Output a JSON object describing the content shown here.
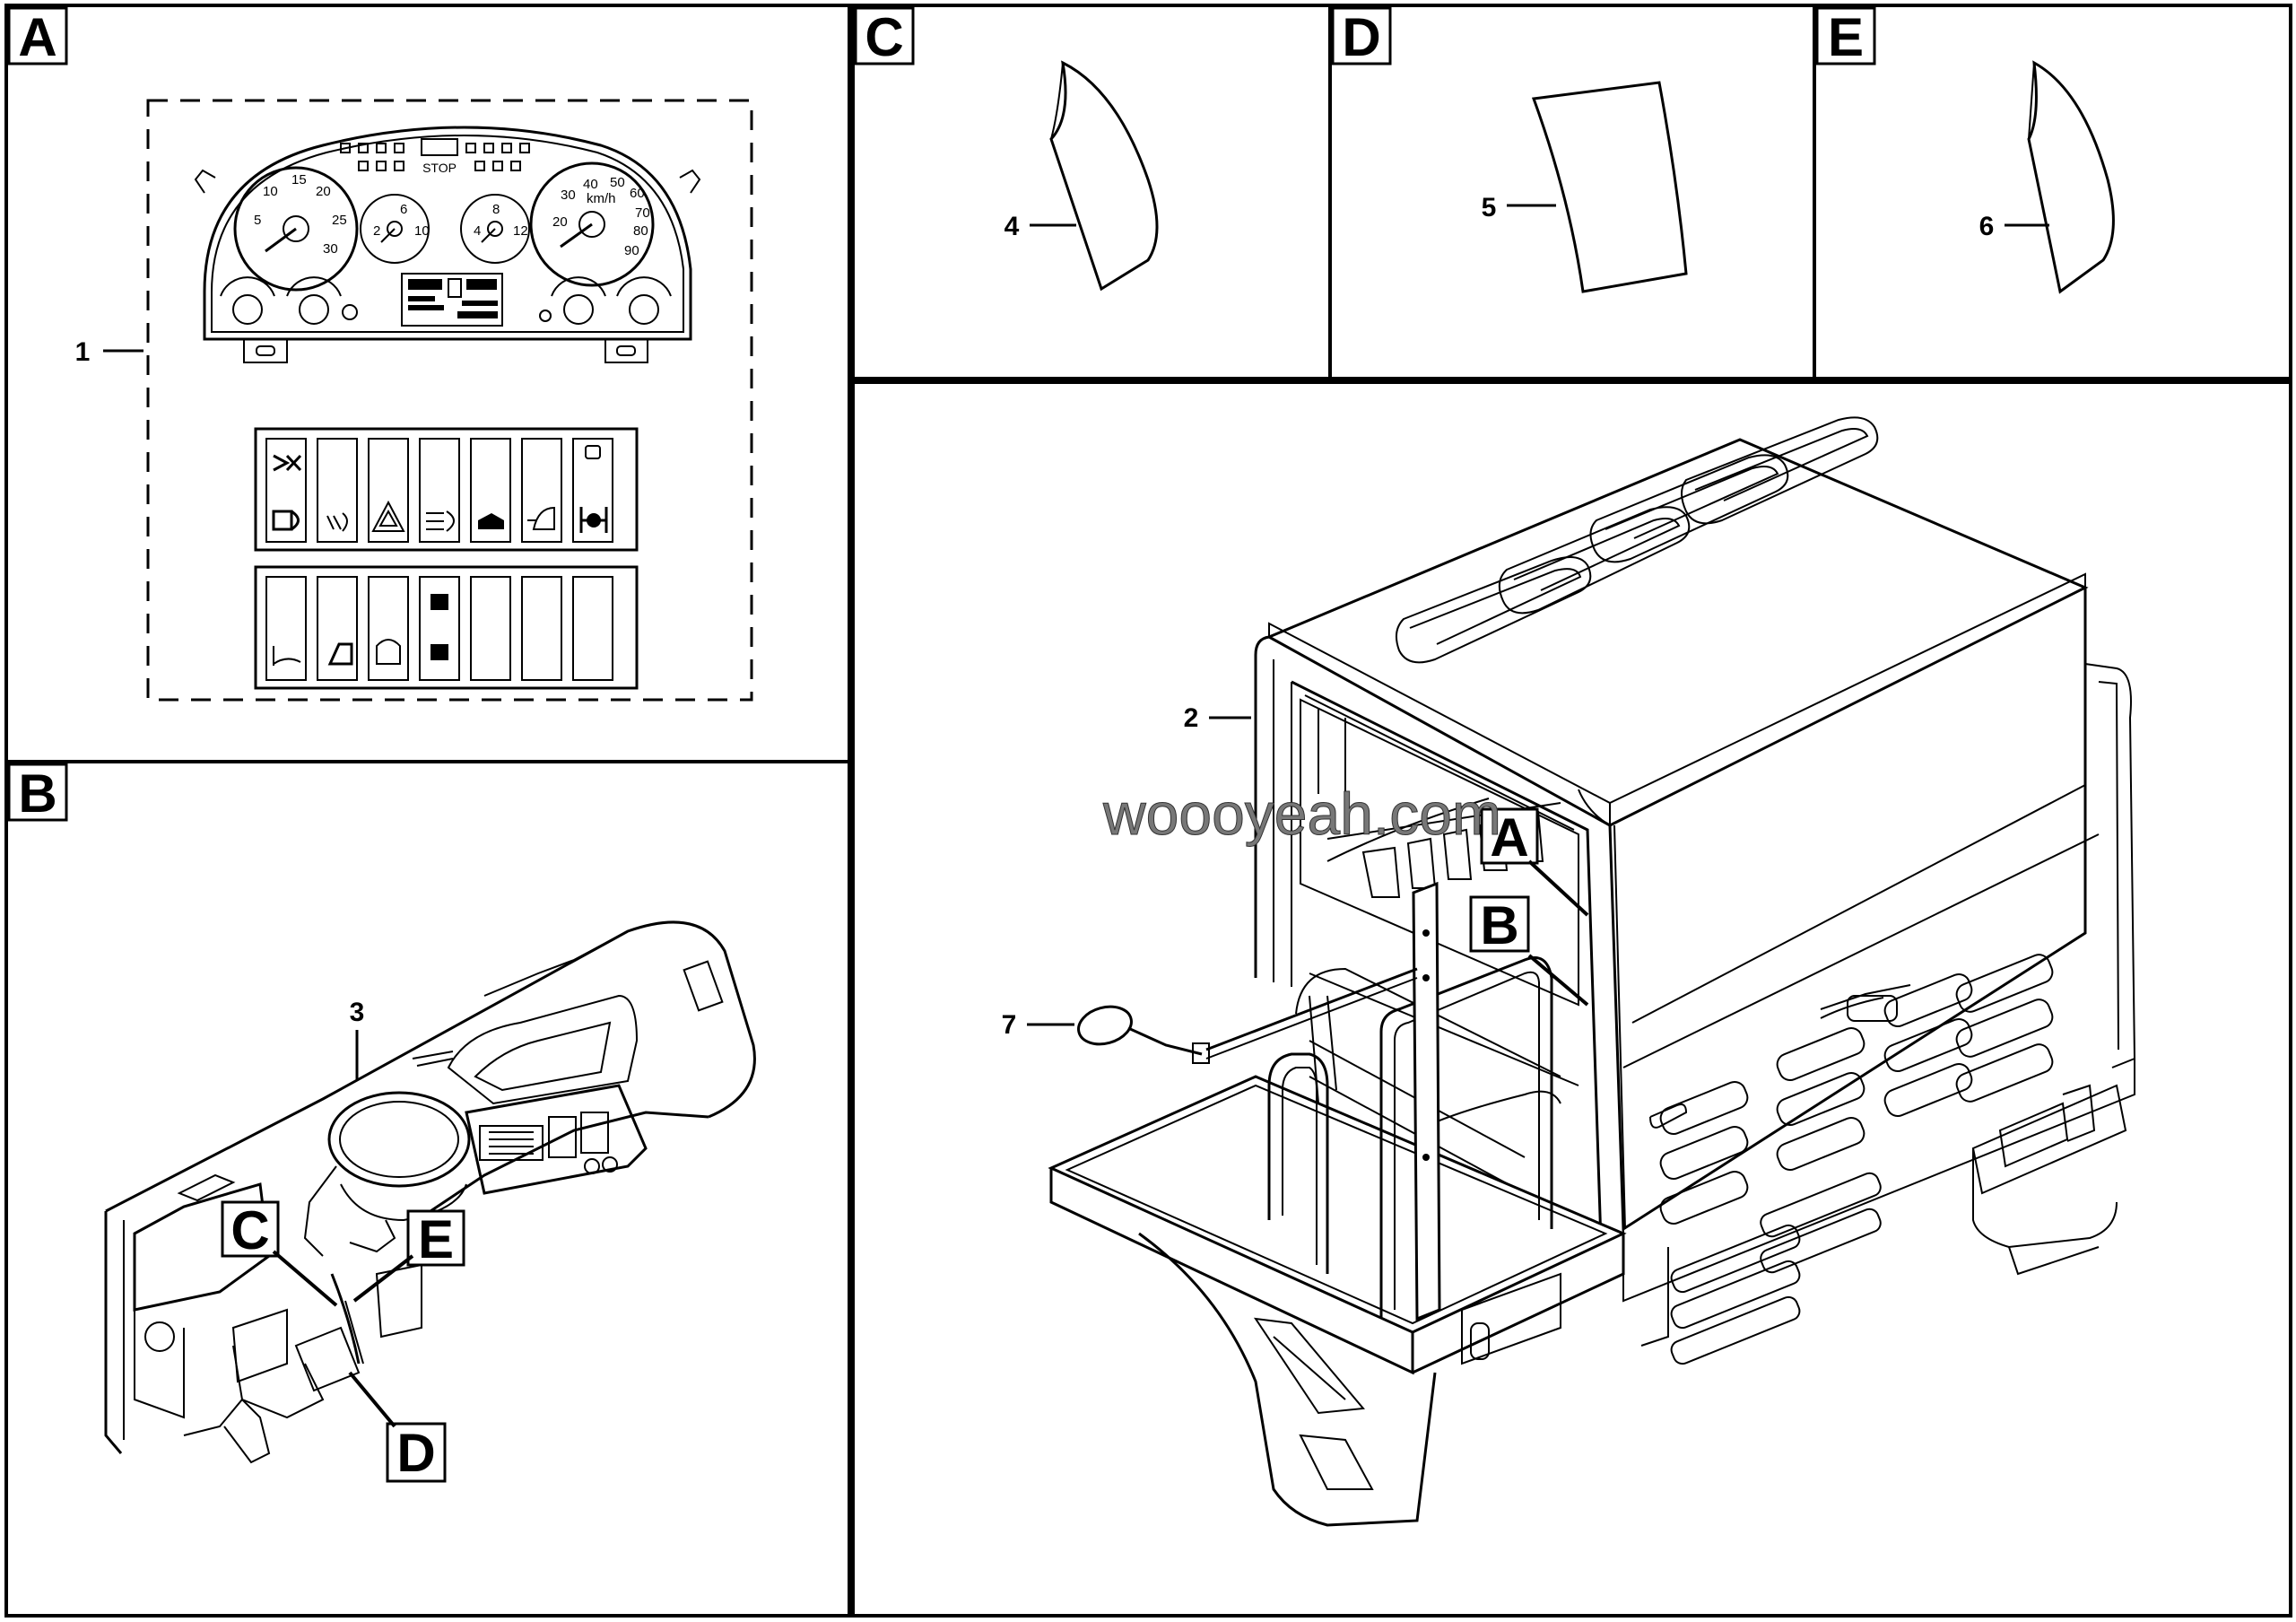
{
  "panels": [
    {
      "id": "A",
      "label": "A"
    },
    {
      "id": "B",
      "label": "B"
    },
    {
      "id": "C",
      "label": "C"
    },
    {
      "id": "D",
      "label": "D"
    },
    {
      "id": "E",
      "label": "E"
    }
  ],
  "callouts": {
    "item1": "1",
    "item2": "2",
    "item3": "3",
    "item4": "4",
    "item5": "5",
    "item6": "6",
    "item7": "7"
  },
  "location_markers": {
    "dash_c": "C",
    "dash_d": "D",
    "dash_e": "E",
    "cab_a": "A",
    "cab_b": "B"
  },
  "gauges": {
    "tach_ticks": [
      "5",
      "10",
      "15",
      "20",
      "25",
      "30"
    ],
    "speedo_ticks": [
      "20",
      "30",
      "40",
      "50",
      "60",
      "70",
      "80",
      "90"
    ],
    "speedo_unit": "km/h",
    "mid_gauge_ticks": [
      "2",
      "4",
      "6",
      "8",
      "10",
      "12"
    ],
    "stop_text": "STOP"
  },
  "watermark": "woooyeah.com",
  "colors": {
    "ink": "#000000",
    "paper": "#ffffff",
    "watermark": "#777777"
  }
}
